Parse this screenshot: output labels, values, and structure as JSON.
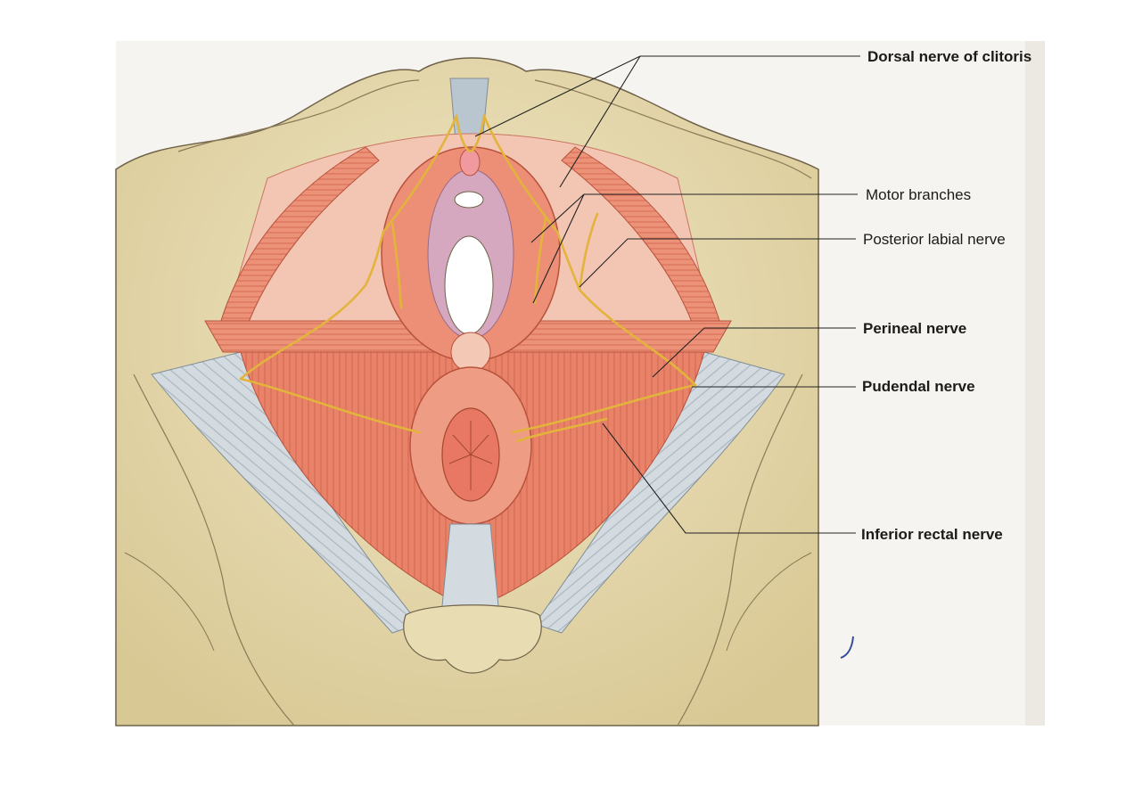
{
  "figure": {
    "colors": {
      "page_background": "#ffffff",
      "plate_background": "#f6f4f0",
      "bone": "#e8dcb2",
      "bone_shadow": "#c9b985",
      "bone_outline": "#6f6249",
      "muscle": "#e8836a",
      "muscle_light": "#f2b29e",
      "ligament": "#cdd6dc",
      "nerve": "#e2b43c",
      "leader_line": "#222222",
      "label_text": "#1d1a18"
    },
    "labels": [
      {
        "id": "dorsal-nerve-of-clitoris",
        "text": "Dorsal nerve of clitoris",
        "weight": "bold"
      },
      {
        "id": "motor-branches",
        "text": "Motor branches",
        "weight": "regular"
      },
      {
        "id": "posterior-labial-nerve",
        "text": "Posterior labial nerve",
        "weight": "regular"
      },
      {
        "id": "perineal-nerve",
        "text": "Perineal nerve",
        "weight": "bold"
      },
      {
        "id": "pudendal-nerve",
        "text": "Pudendal nerve",
        "weight": "bold"
      },
      {
        "id": "inferior-rectal-nerve",
        "text": "Inferior rectal nerve",
        "weight": "bold"
      }
    ]
  }
}
